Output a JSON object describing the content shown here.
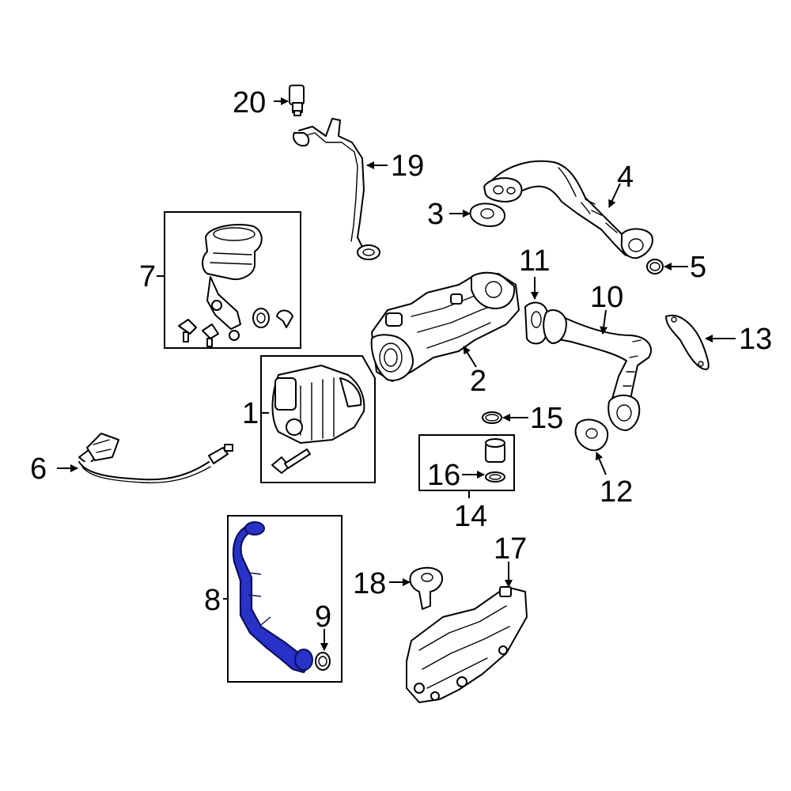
{
  "callouts": {
    "c1": "1",
    "c2": "2",
    "c3": "3",
    "c4": "4",
    "c5": "5",
    "c6": "6",
    "c7": "7",
    "c8": "8",
    "c9": "9",
    "c10": "10",
    "c11": "11",
    "c12": "12",
    "c13": "13",
    "c14": "14",
    "c15": "15",
    "c16": "16",
    "c17": "17",
    "c18": "18",
    "c19": "19",
    "c20": "20"
  },
  "highlight": {
    "part": "8",
    "color": "#2832c8",
    "outline": "#0b0f5c"
  },
  "line_color": "#000000",
  "background": "#ffffff"
}
